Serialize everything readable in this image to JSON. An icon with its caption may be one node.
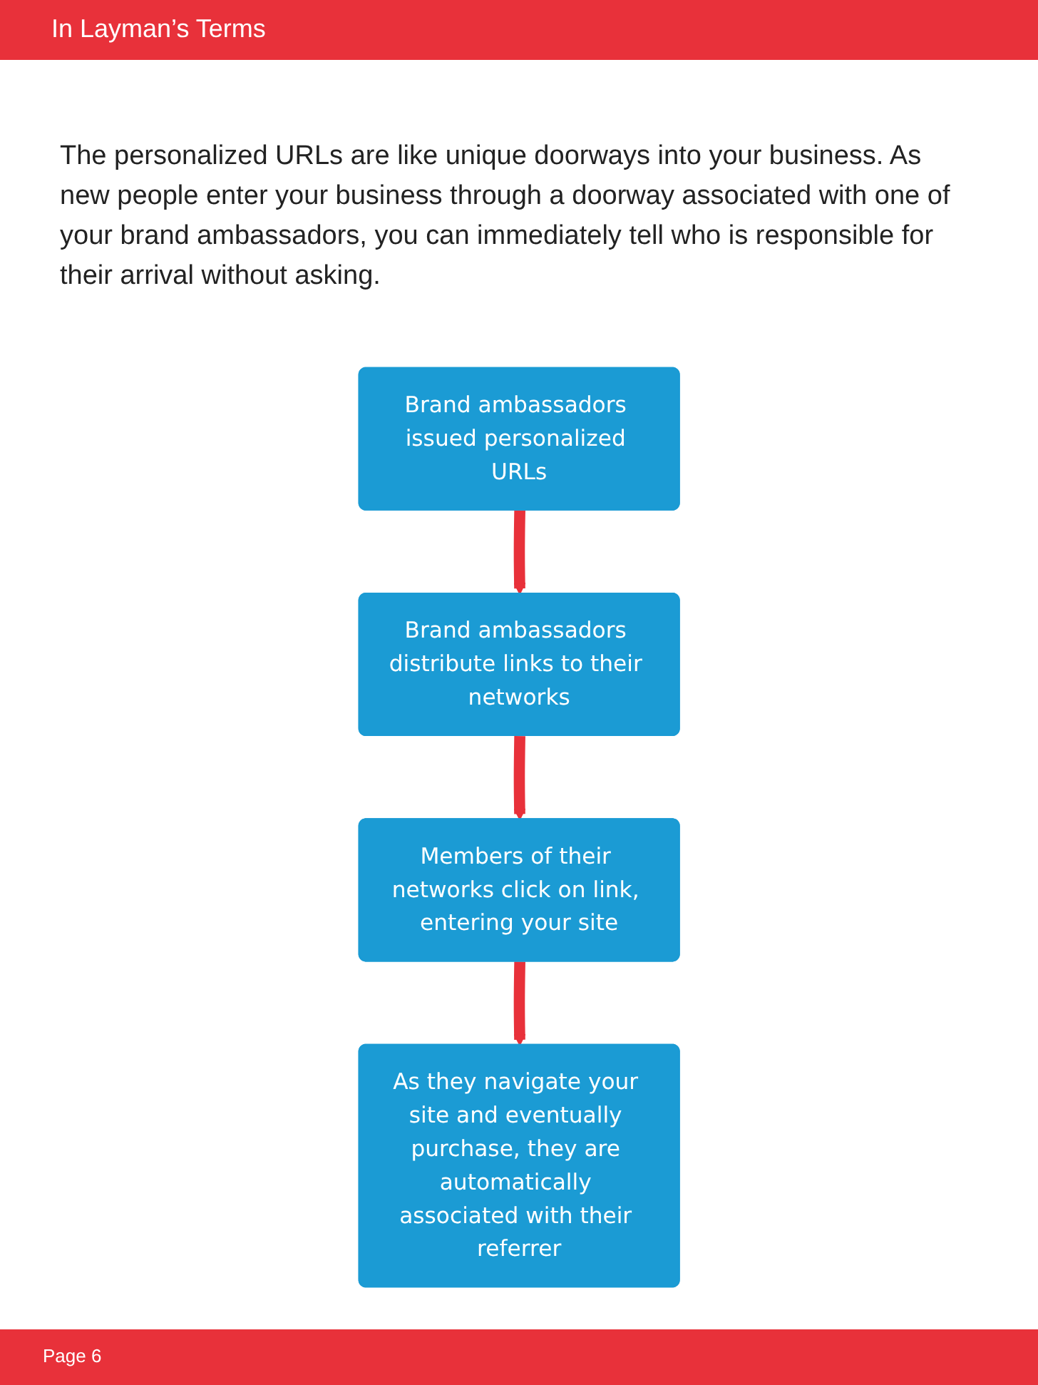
{
  "diagram": {
    "title": "In Layman’s Terms",
    "nodes": [
      {
        "text": [
          "Brand ambassadors issued personalized URLs"
        ]
      },
      {
        "text": [
          "Brand ambassadors distribute links to their networks"
        ]
      },
      {
        "text": [
          "Members of their networks click on link, entering your site"
        ]
      },
      {
        "text": [
          "As they navigate your site and eventually purchase, they are automatically associated with their referrer"
        ]
      }
    ],
    "edges": [
      {
        "from": 0,
        "to": 1,
        "arrow": "to"
      },
      {
        "from": 1,
        "to": 2,
        "arrow": "to"
      },
      {
        "from": 2,
        "to": 3,
        "arrow": "to"
      }
    ],
    "labels": [
      "The personalized URLs are like unique doorways into your business. As new people enter your business through a doorway associated with one of your brand ambassadors, you can immediately tell who is responsible for their arrival without asking.",
      "Page 6"
    ]
  }
}
